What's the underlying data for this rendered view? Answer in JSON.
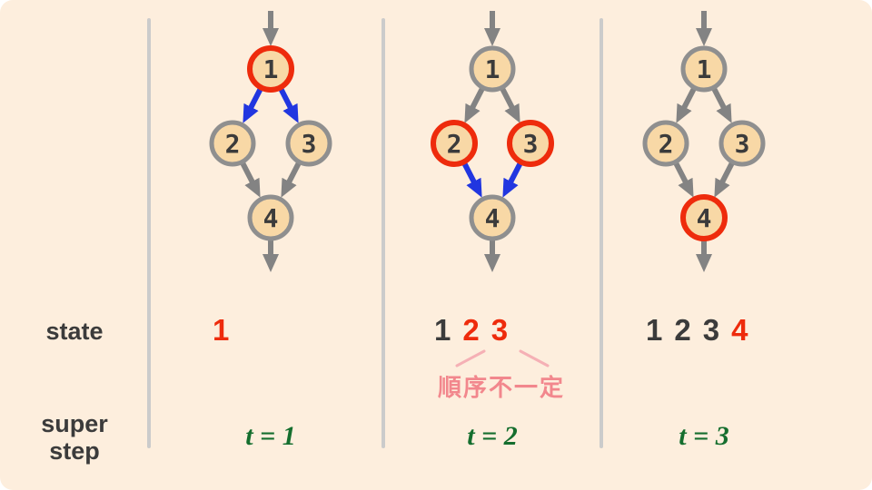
{
  "row_labels": {
    "state": "state",
    "super_step": [
      "super",
      "step"
    ]
  },
  "colors": {
    "panel_background": "#fdeedd",
    "node_fill": "#f8d8a6",
    "node_stroke": "#8f8f8f",
    "highlight_red": "#ee2b0c",
    "edge_gray": "#838383",
    "edge_active_blue": "#2136e0",
    "text_dark": "#3b3b3b",
    "green": "#156e2e",
    "pink": "#f2878d",
    "pink_light": "#f5b0b5",
    "divider": "#cbcbcb"
  },
  "columns": [
    {
      "superstep": "t = 1",
      "state": [
        {
          "text": "1",
          "highlight": true
        }
      ],
      "annotation": null,
      "graph": {
        "nodes": [
          {
            "label": "1",
            "highlight": true
          },
          {
            "label": "2",
            "highlight": false
          },
          {
            "label": "3",
            "highlight": false
          },
          {
            "label": "4",
            "highlight": false
          }
        ],
        "edges": [
          {
            "from": 0,
            "to": 1,
            "active": true
          },
          {
            "from": 0,
            "to": 2,
            "active": true
          },
          {
            "from": 1,
            "to": 3,
            "active": false
          },
          {
            "from": 2,
            "to": 3,
            "active": false
          }
        ]
      }
    },
    {
      "superstep": "t = 2",
      "state": [
        {
          "text": "1",
          "highlight": false
        },
        {
          "text": "2",
          "highlight": true
        },
        {
          "text": "3",
          "highlight": true
        }
      ],
      "annotation": {
        "text": "順序不一定"
      },
      "graph": {
        "nodes": [
          {
            "label": "1",
            "highlight": false
          },
          {
            "label": "2",
            "highlight": true
          },
          {
            "label": "3",
            "highlight": true
          },
          {
            "label": "4",
            "highlight": false
          }
        ],
        "edges": [
          {
            "from": 0,
            "to": 1,
            "active": false
          },
          {
            "from": 0,
            "to": 2,
            "active": false
          },
          {
            "from": 1,
            "to": 3,
            "active": true
          },
          {
            "from": 2,
            "to": 3,
            "active": true
          }
        ]
      }
    },
    {
      "superstep": "t = 3",
      "state": [
        {
          "text": "1",
          "highlight": false
        },
        {
          "text": "2",
          "highlight": false
        },
        {
          "text": "3",
          "highlight": false
        },
        {
          "text": "4",
          "highlight": true
        }
      ],
      "annotation": null,
      "graph": {
        "nodes": [
          {
            "label": "1",
            "highlight": false
          },
          {
            "label": "2",
            "highlight": false
          },
          {
            "label": "3",
            "highlight": false
          },
          {
            "label": "4",
            "highlight": true
          }
        ],
        "edges": [
          {
            "from": 0,
            "to": 1,
            "active": false
          },
          {
            "from": 0,
            "to": 2,
            "active": false
          },
          {
            "from": 1,
            "to": 3,
            "active": false
          },
          {
            "from": 2,
            "to": 3,
            "active": false
          }
        ]
      }
    }
  ]
}
